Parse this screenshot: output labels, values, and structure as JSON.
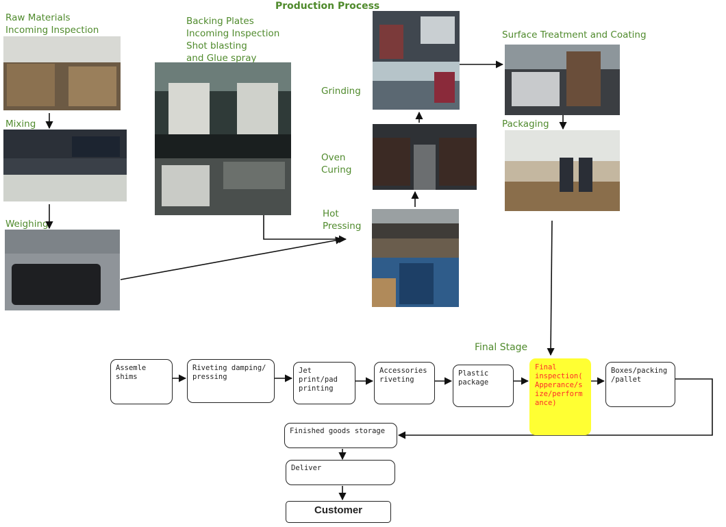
{
  "diagram_title": "Production Process",
  "labels": {
    "raw_materials": "Raw Materials\nIncoming Inspection",
    "mixing": "Mixing",
    "weighing": "Weighing",
    "backing_plates": "Backing Plates\nIncoming Inspection\nShot blasting\nand Glue spray",
    "grinding": "Grinding",
    "oven_curing": "Oven\nCuring",
    "hot_pressing": "Hot\nPressing",
    "surface_treatment": "Surface Treatment and Coating",
    "packaging": "Packaging",
    "final_stage": "Final Stage"
  },
  "final_stage_steps": [
    "Assemle\nshims",
    "Riveting damping/\npressing",
    "Jet\nprint/pad\nprinting",
    "Accessories\nriveting",
    "Plastic\npackage",
    "Final\ninspection(\nApperance/s\nize/perform\nance)",
    "Boxes/packing\n/pallet"
  ],
  "delivery_steps": [
    "Finished goods storage",
    "Deliver",
    "Customer"
  ],
  "colors": {
    "label_green": "#4f8a2c",
    "highlight_yellow": "#ffff33",
    "highlight_text": "#ff2a2a"
  }
}
